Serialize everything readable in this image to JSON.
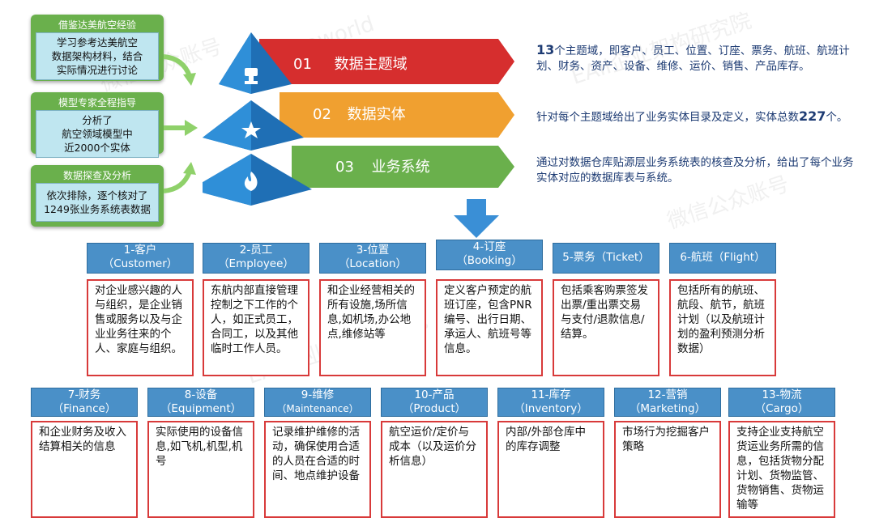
{
  "left_boxes": [
    {
      "title": "借鉴达美航空经验",
      "lines": [
        "学习参考达美航空",
        "数据架构材料，结合",
        "实际情况进行讨论"
      ]
    },
    {
      "title": "模型专家全程指导",
      "lines": [
        "分析了",
        "航空领域模型中",
        "近2000个实体"
      ]
    },
    {
      "title": "数据探查及分析",
      "lines": [
        "依次排除，逐个核对了",
        "1249张业务系统表数据"
      ]
    }
  ],
  "layers": [
    {
      "num": "01",
      "label": "数据主题域",
      "icon": "trophy-icon",
      "color": "#d62e2e"
    },
    {
      "num": "02",
      "label": "数据实体",
      "icon": "star-icon",
      "color": "#f0a030"
    },
    {
      "num": "03",
      "label": "业务系统",
      "icon": "fire-icon",
      "color": "#6ab04c"
    }
  ],
  "right_text": {
    "p1_number": "13",
    "p1_rest": "个主题域，即客户、员工、位置、订座、票务、航班、航班计划、财务、资产、设备、维修、运价、销售、产品库存。",
    "p2_a": "针对每个主题域给出了业务实体目录及定义，实体总数",
    "p2_number": "227",
    "p2_b": "个。",
    "p3": "通过对数据仓库贴源层业务系统表的核查及分析，给出了每个业务实体对应的数据库表与系统。"
  },
  "categories_row1": [
    {
      "name": "1-客户",
      "en": "（Customer）",
      "desc": "对企业感兴趣的人与组织，是企业销售或服务以及与企业业务往来的个人、家庭与组织。"
    },
    {
      "name": "2-员工",
      "en": "（Employee）",
      "desc": "东航内部直接管理控制之下工作的个人，如正式员工，合同工，以及其他临时工作人员。"
    },
    {
      "name": "3-位置",
      "en": "（Location）",
      "desc": "和企业经营相关的所有设施,场所信息,如机场,办公地点,维修站等"
    },
    {
      "name": "4-订座",
      "en": "（Booking）",
      "desc": "定义客户预定的航班订座，包含PNR编号、出行日期、承运人、航班号等信息。"
    },
    {
      "name": "5-票务（Ticket）",
      "en": "",
      "desc": "包括乘客购票签发出票/重出票交易与支付/退款信息/结算。"
    },
    {
      "name": "6-航班（Flight）",
      "en": "",
      "desc": "包括所有的航班、航段、航节，航班计划（以及航班计划的盈利预测分析数据）"
    }
  ],
  "categories_row2": [
    {
      "name": "7-财务",
      "en": "（Finance）",
      "desc": "和企业财务及收入结算相关的信息"
    },
    {
      "name": "8-设备",
      "en": "（Equipment）",
      "desc": "实际使用的设备信息,如飞机,机型,机号"
    },
    {
      "name": "9-维修",
      "en": "（Maintenance）",
      "desc": "记录维护维修的活动，确保使用合适的人员在合适的时间、地点维护设备"
    },
    {
      "name": "10-产品",
      "en": "（Product）",
      "desc": "航空运价/定价与成本（以及运价分析信息）"
    },
    {
      "name": "11-库存",
      "en": "（Inventory）",
      "desc": "内部/外部仓库中的库存调整"
    },
    {
      "name": "12-营销",
      "en": "（Marketing）",
      "desc": "市场行为挖掘客户策略"
    },
    {
      "name": "13-物流",
      "en": "（Cargo）",
      "desc": "支持企业支持航空货运业务所需的信息，包括货物分配计划、货物监管、货物销售、货物运输等"
    }
  ],
  "watermarks": [
    "微信公众账号",
    "EAII企业架构研究院",
    "eaworld"
  ]
}
